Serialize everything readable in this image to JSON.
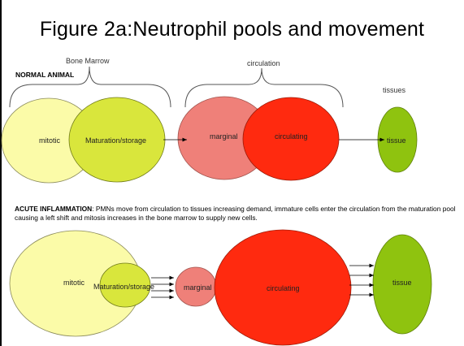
{
  "title": "Figure 2a:Neutrophil pools and movement",
  "colors": {
    "mitotic": "#fbfba8",
    "maturation": "#d9e63c",
    "marginal": "#ef8079",
    "circulating": "#ff2a0f",
    "tissue": "#8fc30f"
  },
  "normal": {
    "section_label": "NORMAL ANIMAL",
    "brace_bone_marrow": "Bone Marrow",
    "brace_circulation": "circulation",
    "tissues_label": "tissues",
    "mitotic": "mitotic",
    "maturation": "Maturation/storage",
    "marginal": "marginal",
    "circulating": "circulating",
    "tissue": "tissue"
  },
  "acute": {
    "heading": "ACUTE INFLAMMATION",
    "description": ": PMNs move from circulation to tissues increasing demand, immature cells enter the circulation from the maturation pool causing a left shift and mitosis increases in the bone marrow to supply new cells.",
    "mitotic": "mitotic",
    "maturation": "Maturation/storage",
    "marginal": "marginal",
    "circulating": "circulating",
    "tissue": "tissue"
  }
}
